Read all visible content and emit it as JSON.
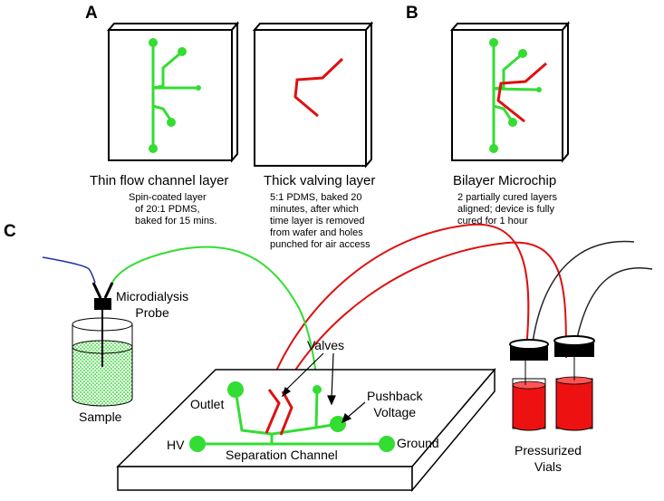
{
  "colors": {
    "flow": "#33dd33",
    "valve": "#dd1111",
    "liquid": "#ee1111",
    "sample_liquid": "#44dd44",
    "tubing_blue": "#2233aa"
  },
  "panels": {
    "a": "A",
    "b": "B",
    "c": "C"
  },
  "thin_layer": {
    "title": "Thin flow channel layer",
    "desc": [
      "Spin-coated layer",
      "of 20:1 PDMS,",
      "baked for 15 mins."
    ]
  },
  "thick_layer": {
    "title": "Thick valving layer",
    "desc": [
      "5:1 PDMS, baked 20",
      "minutes, after which",
      "time layer is removed",
      "from wafer and holes",
      "punched for air access"
    ]
  },
  "bilayer": {
    "title": "Bilayer Microchip",
    "desc": [
      "2 partially cured layers",
      "aligned; device is fully",
      "cured for 1 hour"
    ]
  },
  "setup": {
    "probe": [
      "Microdialysis",
      "Probe"
    ],
    "sample": "Sample",
    "valves": "Valves",
    "outlet": "Outlet",
    "pushback": [
      "Pushback",
      "Voltage"
    ],
    "hv": "HV",
    "ground": "Ground",
    "separation": "Separation Channel",
    "vials": [
      "Pressurized",
      "Vials"
    ]
  }
}
